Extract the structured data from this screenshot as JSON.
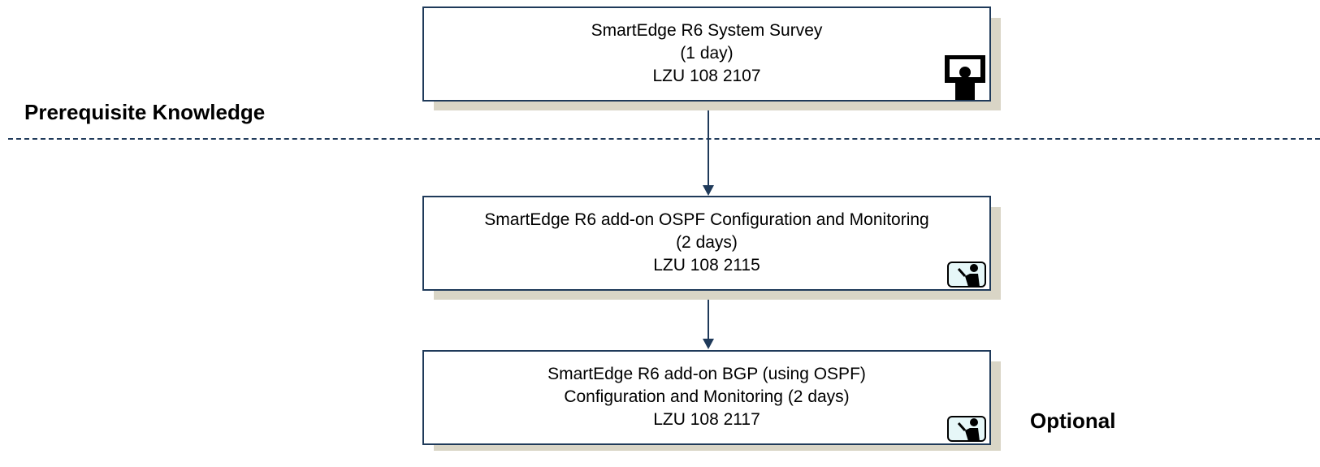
{
  "diagram": {
    "label_prerequisite": "Prerequisite Knowledge",
    "label_optional": "Optional",
    "courses": [
      {
        "line1": "SmartEdge R6 System Survey",
        "line2": "(1 day)",
        "line3": "LZU 108 2107",
        "icon": "classroom-presentation-icon"
      },
      {
        "line1": "SmartEdge R6 add-on OSPF Configuration and Monitoring",
        "line2": "(2 days)",
        "line3": "LZU 108 2115",
        "icon": "instructor-led-icon"
      },
      {
        "line1": "SmartEdge R6 add-on BGP (using OSPF)",
        "line2": "Configuration and Monitoring (2 days)",
        "line3": "LZU 108 2117",
        "icon": "instructor-led-icon"
      }
    ],
    "colors": {
      "border": "#1f3a5a",
      "shadow": "#d9d5c6",
      "icon_screen": "#e6f7f8"
    }
  }
}
